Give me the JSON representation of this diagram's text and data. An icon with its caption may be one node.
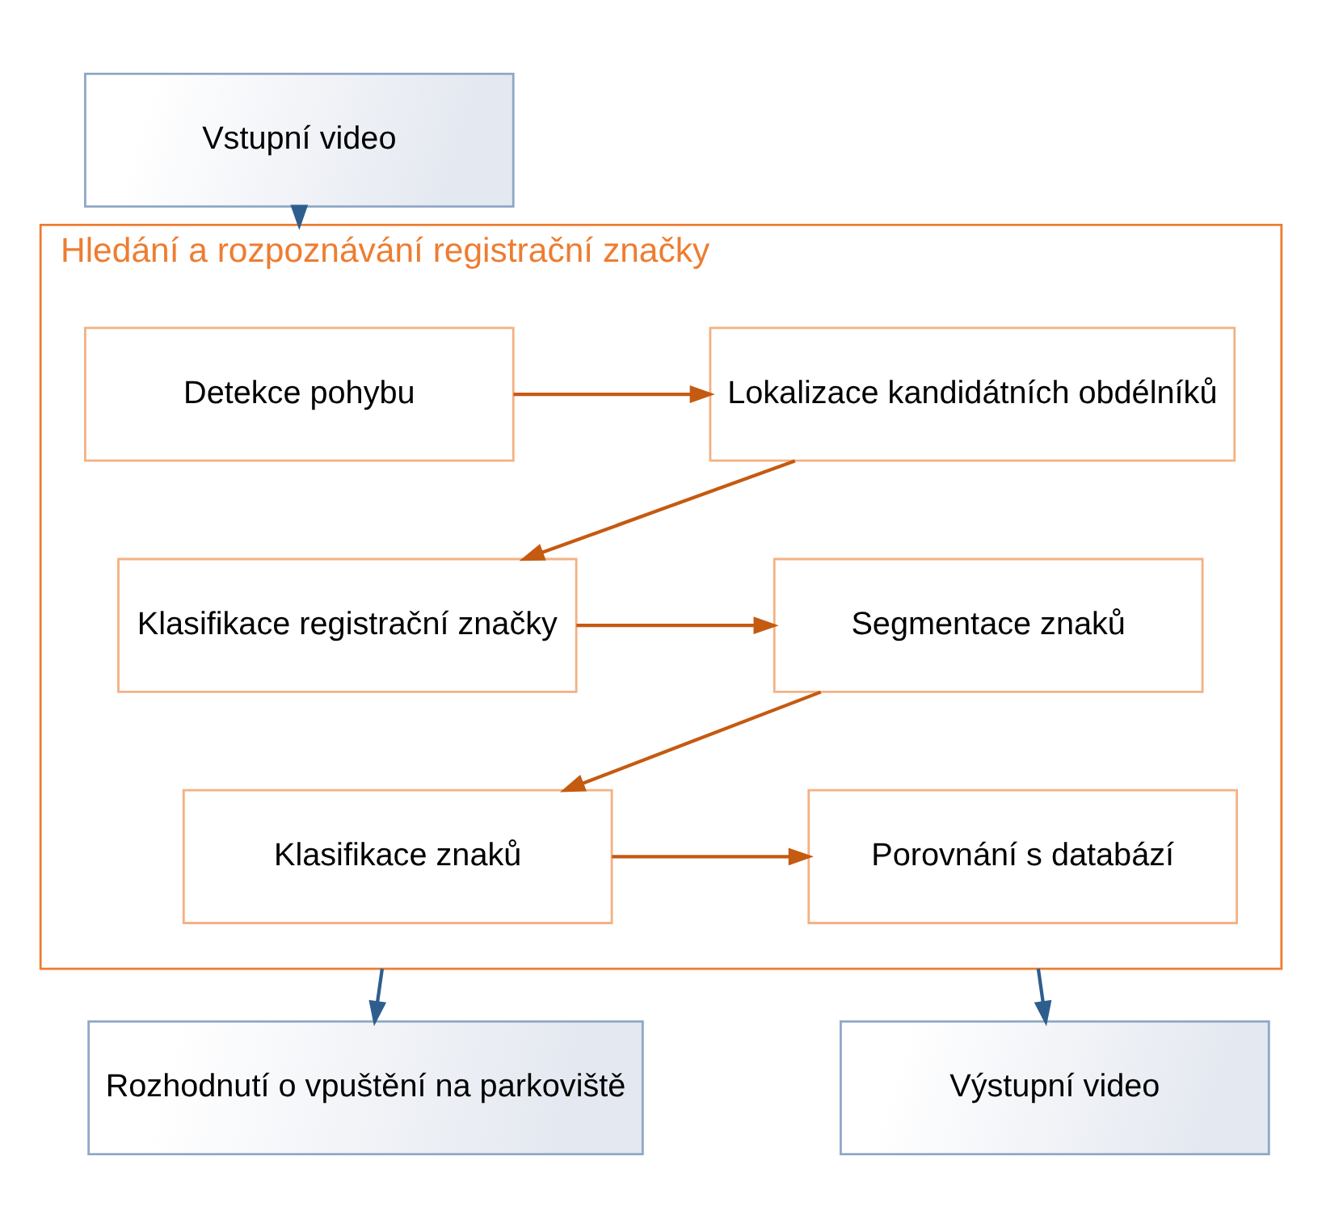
{
  "diagram": {
    "nodes": [
      {
        "text": [
          "Vstupní video"
        ]
      },
      {
        "text": [
          "Hledání a rozpoznávání registrační značky"
        ]
      },
      {
        "text": [
          "Detekce pohybu"
        ],
        "in": 1
      },
      {
        "text": [
          "Lokalizace kandidátních obdélníků"
        ],
        "in": 1
      },
      {
        "text": [
          "Klasifikace registrační značky"
        ],
        "in": 1
      },
      {
        "text": [
          "Segmentace znaků"
        ],
        "in": 1
      },
      {
        "text": [
          "Klasifikace znaků"
        ],
        "in": 1
      },
      {
        "text": [
          "Porovnání s databází"
        ],
        "in": 1
      },
      {
        "text": [
          "Rozhodnutí o vpuštění na parkoviště"
        ]
      },
      {
        "text": [
          "Výstupní video"
        ]
      }
    ],
    "edges": [
      {
        "from": 0,
        "to": 1,
        "arrow": "to",
        "color": "#2e5e8e"
      },
      {
        "from": 2,
        "to": 3,
        "arrow": "to"
      },
      {
        "from": 3,
        "to": 4,
        "arrow": "to"
      },
      {
        "from": 4,
        "to": 5,
        "arrow": "to"
      },
      {
        "from": 5,
        "to": 6,
        "arrow": "to"
      },
      {
        "from": 6,
        "to": 7,
        "arrow": "to"
      },
      {
        "from": 1,
        "to": 8,
        "arrow": "to",
        "color": "#2e5e8e"
      },
      {
        "from": 1,
        "to": 9,
        "arrow": "to",
        "color": "#2e5e8e"
      }
    ]
  }
}
